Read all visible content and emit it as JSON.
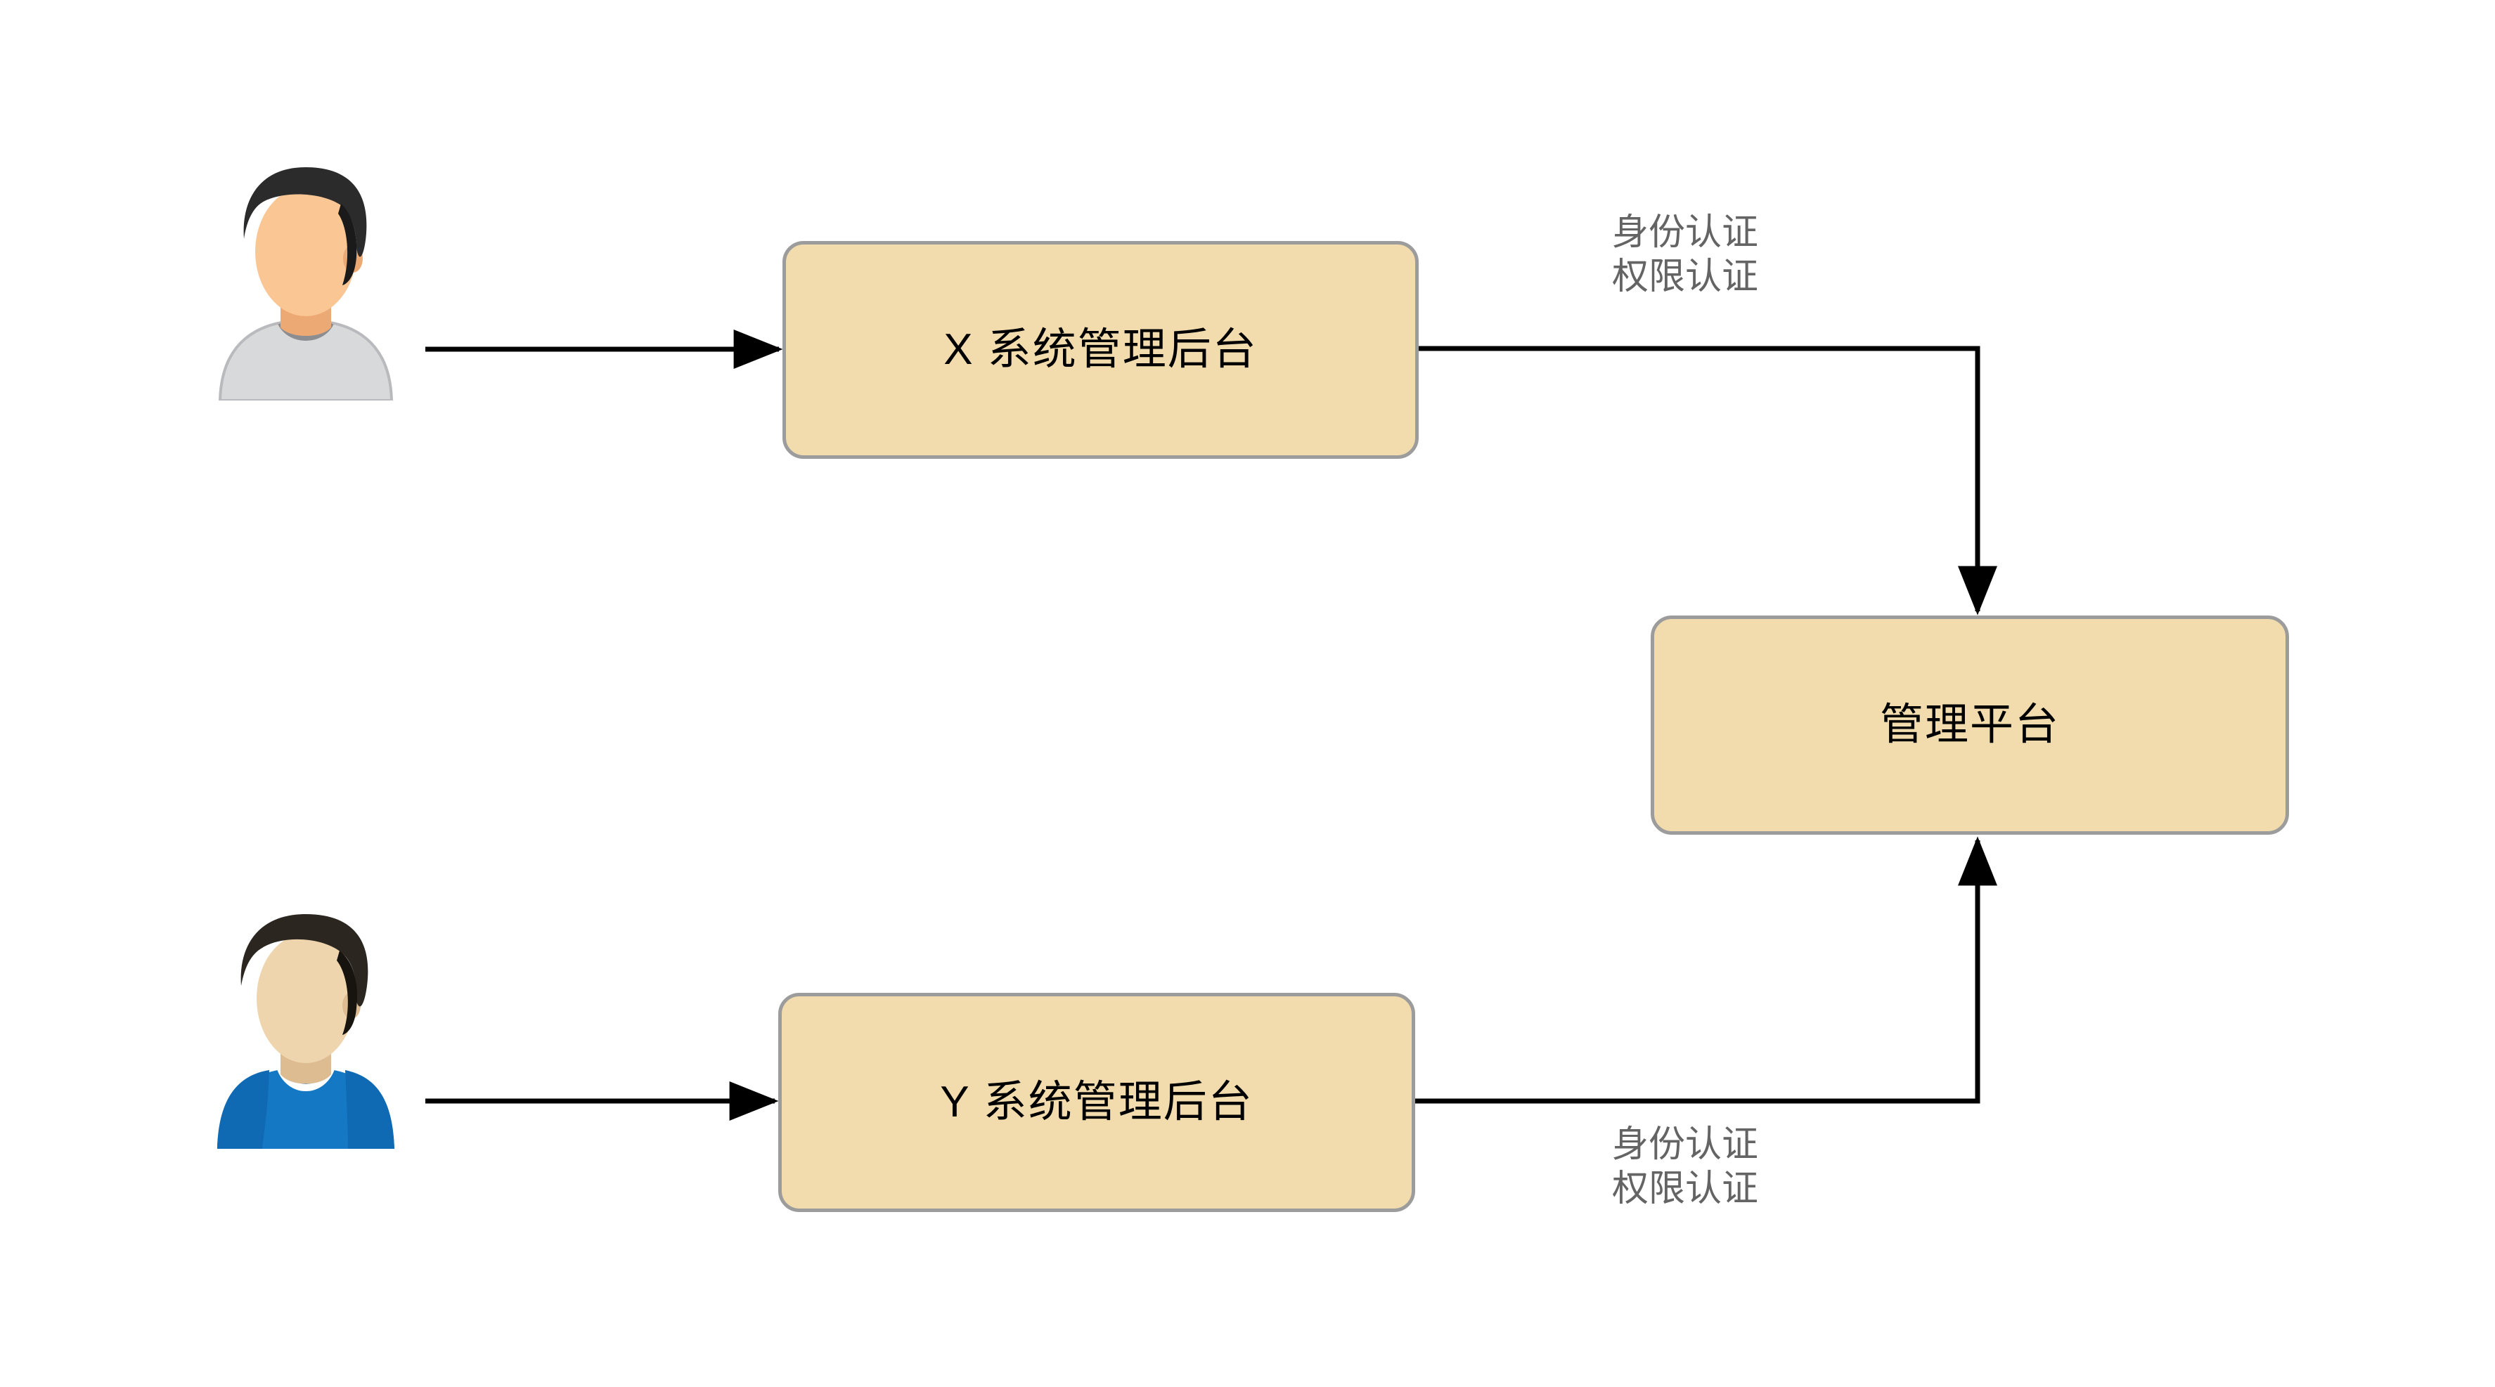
{
  "diagram": {
    "background_color": "#FFFFFF",
    "node_fill_color": "#F2DCAD",
    "node_border_color": "#9C9C9C",
    "edge_color": "#000000",
    "label_color": "#646464",
    "nodes": [
      {
        "id": "x-system",
        "label": "X 系统管理后台",
        "name": "x-system-admin-box"
      },
      {
        "id": "y-system",
        "label": "Y 系统管理后台",
        "name": "y-system-admin-box"
      },
      {
        "id": "platform",
        "label": "管理平台",
        "name": "management-platform-box"
      }
    ],
    "edge_labels": {
      "top": "身份认证\n权限认证",
      "bottom": "身份认证\n权限认证"
    },
    "actors": [
      {
        "id": "user-1",
        "name": "user-avatar-gray",
        "shirt_color": "#D8D9DB",
        "hair_color": "#2B2B2B",
        "skin_color": "#F8C99B"
      },
      {
        "id": "user-2",
        "name": "user-avatar-blue",
        "shirt_color": "#1578C4",
        "hair_color": "#2B2720",
        "skin_color": "#EFD2AB"
      }
    ]
  }
}
